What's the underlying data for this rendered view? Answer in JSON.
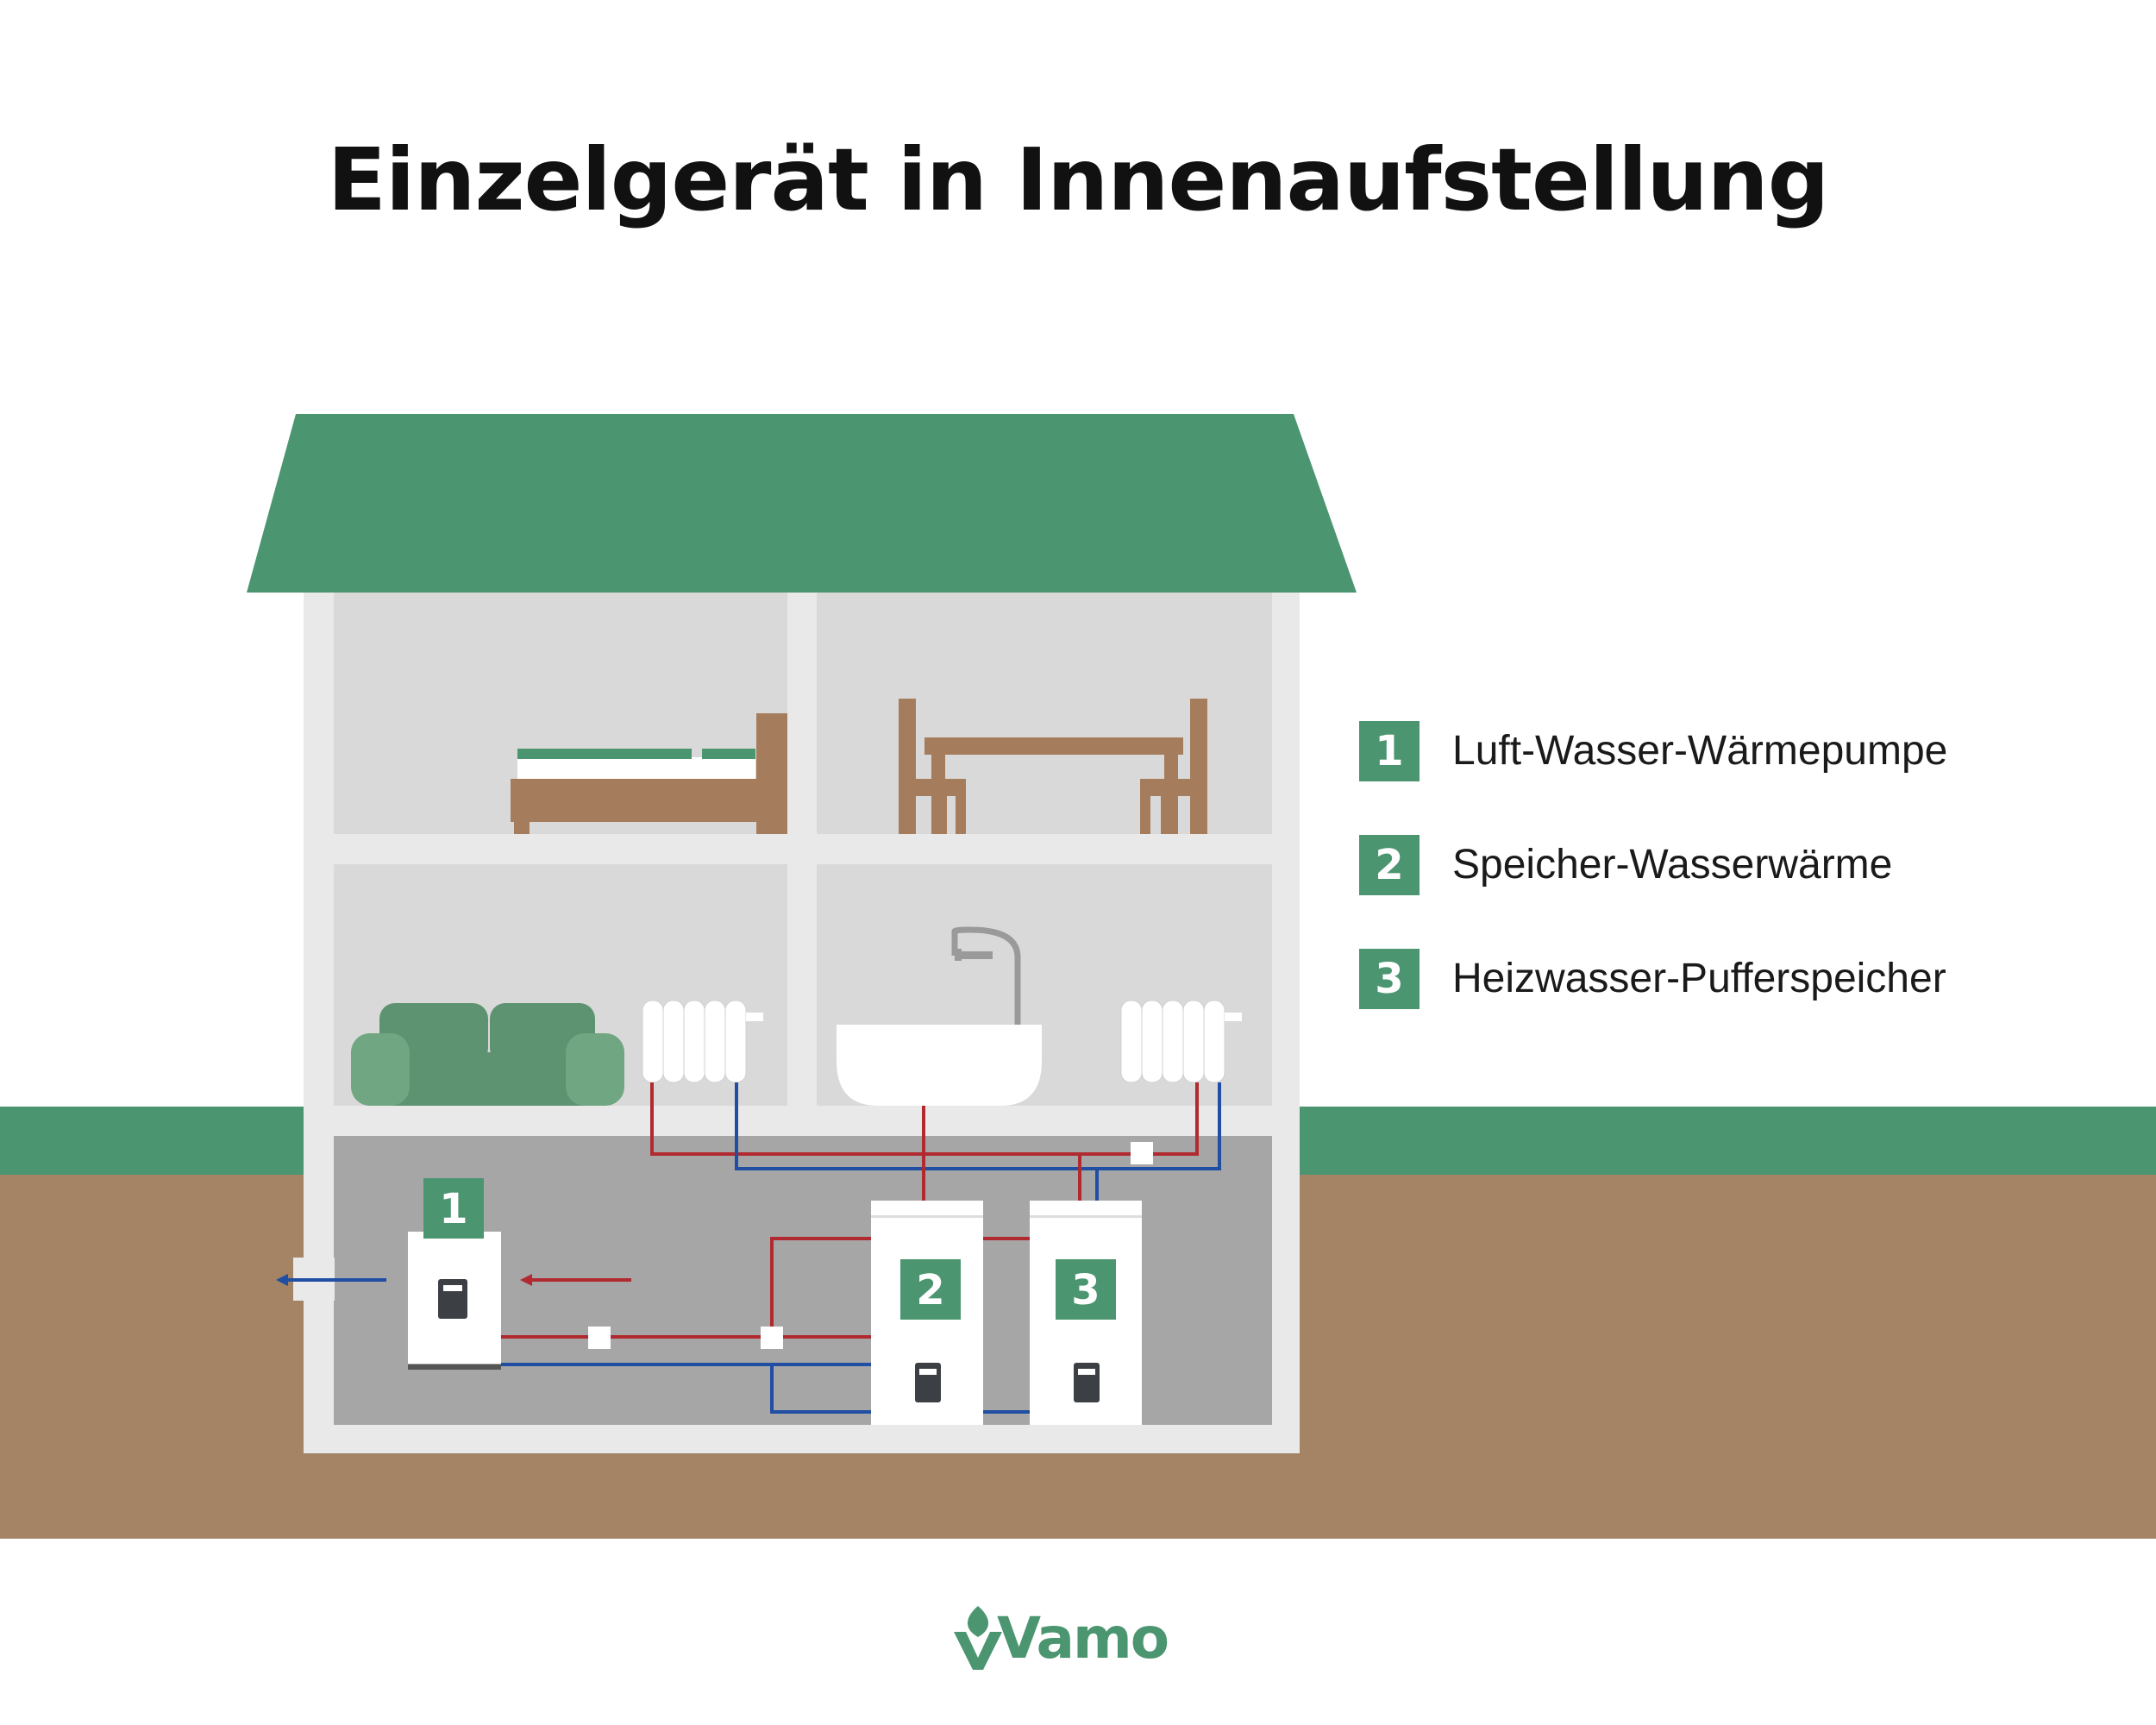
{
  "title": "Einzelgerät in Innenaufstellung",
  "legend": [
    {
      "number": "1",
      "label": "Luft-Wasser-Wärmepumpe"
    },
    {
      "number": "2",
      "label": "Speicher-Wasserwärme"
    },
    {
      "number": "3",
      "label": "Heizwasser-Pufferspeicher"
    }
  ],
  "logo": {
    "text": "Vamo"
  },
  "colors": {
    "accent": "#4b9670",
    "roof": "#4b9670",
    "grass": "#4b9670",
    "soil": "#a58466",
    "house_frame": "#e9e9e9",
    "room": "#d9d9d9",
    "basement": "#a6a6a6",
    "wood": "#a67d5c",
    "sofa": "#5e9371",
    "pipe_hot": "#b02a30",
    "pipe_cold": "#1f4ea3"
  }
}
